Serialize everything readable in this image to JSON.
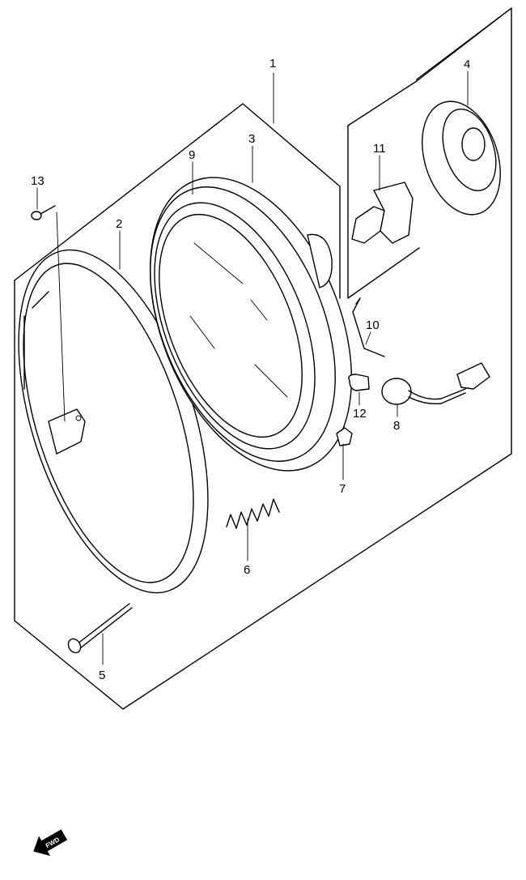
{
  "diagram": {
    "callouts": [
      "1",
      "2",
      "3",
      "4",
      "5",
      "6",
      "7",
      "8",
      "9",
      "10",
      "11",
      "12",
      "13"
    ],
    "direction_marker": "FWD"
  }
}
